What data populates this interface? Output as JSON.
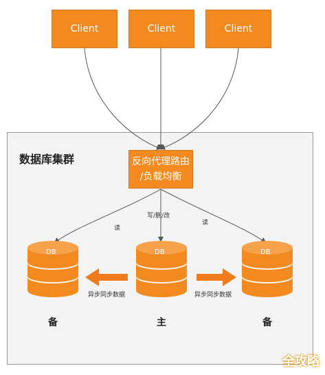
{
  "clients": [
    "Client",
    "Client",
    "Client"
  ],
  "cluster_title": "数据库集群",
  "proxy": {
    "line1": "反向代理路由",
    "line2": "/负载均衡"
  },
  "edges": {
    "read_left": "读",
    "write": "写/删/改",
    "read_right": "读"
  },
  "db_label": "DB",
  "sync_label": "异步同步数据",
  "roles": {
    "left": "备",
    "center": "主",
    "right": "备"
  },
  "watermark": "全攻略",
  "colors": {
    "accent": "#f28a1f",
    "arrow": "#ee7c1e",
    "line": "#555555"
  }
}
